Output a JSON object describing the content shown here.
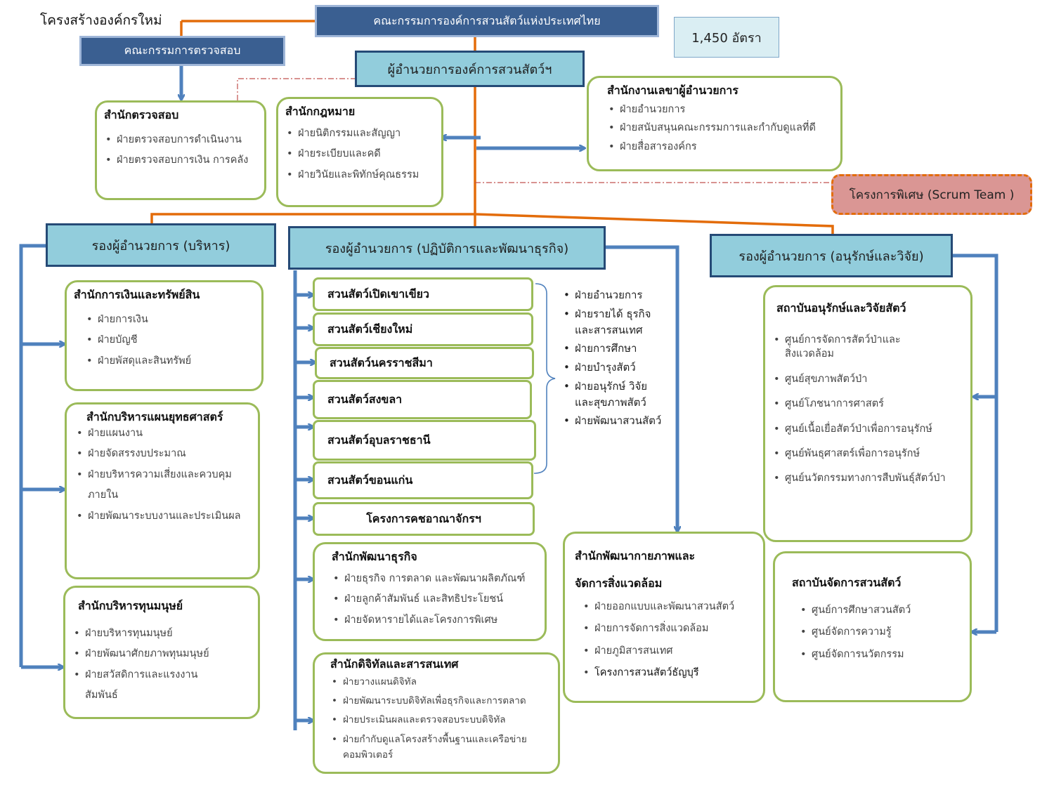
{
  "title": "โครงสร้างองค์กรใหม่",
  "positions": "1,450 อัตรา",
  "board": "คณะกรรมการองค์การสวนสัตว์แห่งประเทศไทย",
  "audit_committee": "คณะกรรมการตรวจสอบ",
  "director": "ผู้อำนวยการองค์การสวนสัตว์ฯ",
  "special_project": "โครงการพิเศษ  (Scrum Team )",
  "audit_office": {
    "title": "สำนักตรวจสอบ",
    "items": [
      "ฝ่ายตรวจสอบการดำเนินงาน",
      "ฝ่ายตรวจสอบการเงิน การคลัง"
    ]
  },
  "legal_office": {
    "title": "สำนักกฎหมาย",
    "items": [
      "ฝ่ายนิติกรรมและสัญญา",
      "ฝ่ายระเบียบและคดี",
      "ฝ่ายวินัยและพิทักษ์คุณธรรม"
    ]
  },
  "secretary_office": {
    "title": "สำนักงานเลขาผู้อำนวยการ",
    "items": [
      "ฝ่ายอำนวยการ",
      "ฝ่ายสนับสนุนคณะกรรมการและกำกับดูแลที่ดี",
      "ฝ่ายสื่อสารองค์กร"
    ]
  },
  "deputy_admin": "รองผู้อำนวยการ (บริหาร)",
  "deputy_ops": "รองผู้อำนวยการ (ปฏิบัติการและพัฒนาธุรกิจ)",
  "deputy_research": "รองผู้อำนวยการ (อนุรักษ์และวิจัย)",
  "finance_office": {
    "title": "สำนักการเงินและทรัพย์สิน",
    "items": [
      "ฝ่ายการเงิน",
      "ฝ่ายบัญชี",
      "ฝ่ายพัสดุและสินทรัพย์"
    ]
  },
  "strategy_office": {
    "title": "สำนักบริหารแผนยุทธศาสตร์",
    "items": [
      "ฝ่ายแผนงาน",
      "ฝ่ายจัดสรรงบประมาณ",
      "ฝ่ายบริหารความเสี่ยงและควบคุม",
      "ภายใน",
      "ฝ่ายพัฒนาระบบงานและประเมินผล"
    ]
  },
  "hr_office": {
    "title": "สำนักบริหารทุนมนุษย์",
    "items": [
      "ฝ่ายบริหารทุนมนุษย์",
      "ฝ่ายพัฒนาศักยภาพทุนมนุษย์",
      "ฝ่ายสวัสดิการและแรงงาน",
      "สัมพันธ์"
    ]
  },
  "zoos": [
    "สวนสัตว์เปิดเขาเขียว",
    "สวนสัตว์เชียงใหม่",
    "สวนสัตว์นครราชสีมา",
    "สวนสัตว์สงขลา",
    "สวนสัตว์อุบลราชธานี",
    "สวนสัตว์ขอนแก่น"
  ],
  "khao_project": "โครงการคชอาณาจักรฯ",
  "zoo_units": [
    "ฝ่ายอำนวยการ",
    "ฝ่ายรายได้ ธุรกิจ",
    "และสารสนเทศ",
    "ฝ่ายการศึกษา",
    "ฝ่ายบำรุงสัตว์",
    "ฝ่ายอนุรักษ์ วิจัย",
    "และสุขภาพสัตว์",
    "ฝ่ายพัฒนาสวนสัตว์"
  ],
  "business_office": {
    "title": "สำนักพัฒนาธุรกิจ",
    "items": [
      "ฝ่ายธุรกิจ การตลาด และพัฒนาผลิตภัณฑ์",
      "ฝ่ายลูกค้าสัมพันธ์ และสิทธิประโยชน์",
      "ฝ่ายจัดหารายได้และโครงการพิเศษ"
    ]
  },
  "digital_office": {
    "title": "สำนักดิจิทัลและสารสนเทศ",
    "items": [
      "ฝ่ายวางแผนดิจิทัล",
      "ฝ่ายพัฒนาระบบดิจิทัลเพื่อธุรกิจและการตลาด",
      "ฝ่ายประเมินผลและตรวจสอบระบบดิจิทัล",
      "ฝ่ายกำกับดูแลโครงสร้างพื้นฐานและเครือข่าย",
      "คอมพิวเตอร์"
    ]
  },
  "physical_office": {
    "title1": "สำนักพัฒนากายภาพและ",
    "title2": "จัดการสิ่งแวดล้อม",
    "items": [
      "ฝ่ายออกแบบและพัฒนาสวนสัตว์",
      "ฝ่ายการจัดการสิ่งแวดล้อม",
      "ฝ่ายภูมิสารสนเทศ",
      "โครงการสวนสัตว์ธัญบุรี"
    ]
  },
  "conservation_inst": {
    "title": "สถาบันอนุรักษ์และวิจัยสัตว์",
    "items": [
      "ศูนย์การจัดการสัตว์ป่าและ",
      "สิ่งแวดล้อม",
      "ศูนย์สุขภาพสัตว์ป่า",
      "ศูนย์โภชนาการศาสตร์",
      "ศูนย์เนื้อเยื่อสัตว์ป่าเพื่อการอนุรักษ์",
      "ศูนย์พันธุศาสตร์เพื่อการอนุรักษ์",
      "ศูนย์นวัตกรรมทางการสืบพันธุ์สัตว์ป่า"
    ]
  },
  "zoo_mgmt_inst": {
    "title": "สถาบันจัดการสวนสัตว์",
    "items": [
      "ศูนย์การศึกษาสวนสัตว์",
      "ศูนย์จัดการความรู้",
      "ศูนย์จัดการนวัตกรรม"
    ]
  }
}
